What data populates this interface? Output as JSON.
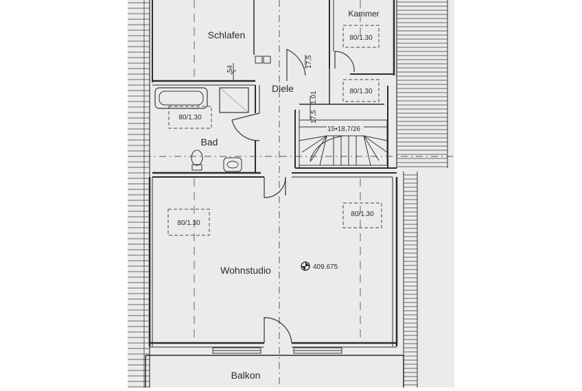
{
  "rooms": {
    "schlafen": "Schlafen",
    "kammer": "Kammer",
    "diele": "Diele",
    "bad": "Bad",
    "wohnstudio": "Wohnstudio",
    "balkon": "Balkon"
  },
  "windows": {
    "kammer": "80/1.30",
    "diele_right": "80/1.30",
    "bad": "80/1.30",
    "wohnstudio_left": "80/1.30",
    "wohnstudio_right": "80/1.30"
  },
  "dimensions": {
    "wall_54": "54",
    "dim_175_top": "17,5",
    "dim_101": "1.01",
    "dim_175_side": "17,5",
    "stairs": "15•18,7/26"
  },
  "elevation": "409.675",
  "colors": {
    "paper": "#e9e9e9",
    "line": "#2f2f2f",
    "hatch": "#5a5a5a"
  }
}
